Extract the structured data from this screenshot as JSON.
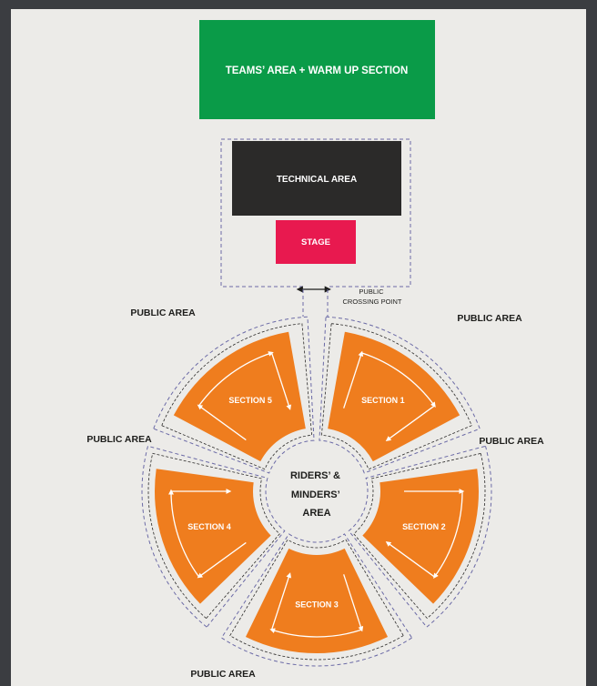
{
  "colors": {
    "background": "#ecebe8",
    "frame": "#3b3d41",
    "teams_area": "#0a9b48",
    "technical_area": "#2b2a29",
    "stage": "#e8194f",
    "section": "#ef7d1e",
    "route": "#6b6aa6",
    "text_dark": "#1d1d1b",
    "text_light": "#ffffff"
  },
  "blocks": {
    "teams_area": "TEAMS’ AREA + WARM UP SECTION",
    "technical_area": "TECHNICAL AREA",
    "stage": "STAGE"
  },
  "crossing_point": [
    "PUBLIC",
    "CROSSING POINT"
  ],
  "center_label": [
    "RIDERS’ &",
    "MINDERS’",
    "AREA"
  ],
  "sections": [
    {
      "label": "SECTION 1"
    },
    {
      "label": "SECTION 2"
    },
    {
      "label": "SECTION 3"
    },
    {
      "label": "SECTION 4"
    },
    {
      "label": "SECTION 5"
    }
  ],
  "public_areas": [
    "PUBLIC AREA",
    "PUBLIC AREA",
    "PUBLIC AREA",
    "PUBLIC AREA",
    "PUBLIC AREA"
  ]
}
